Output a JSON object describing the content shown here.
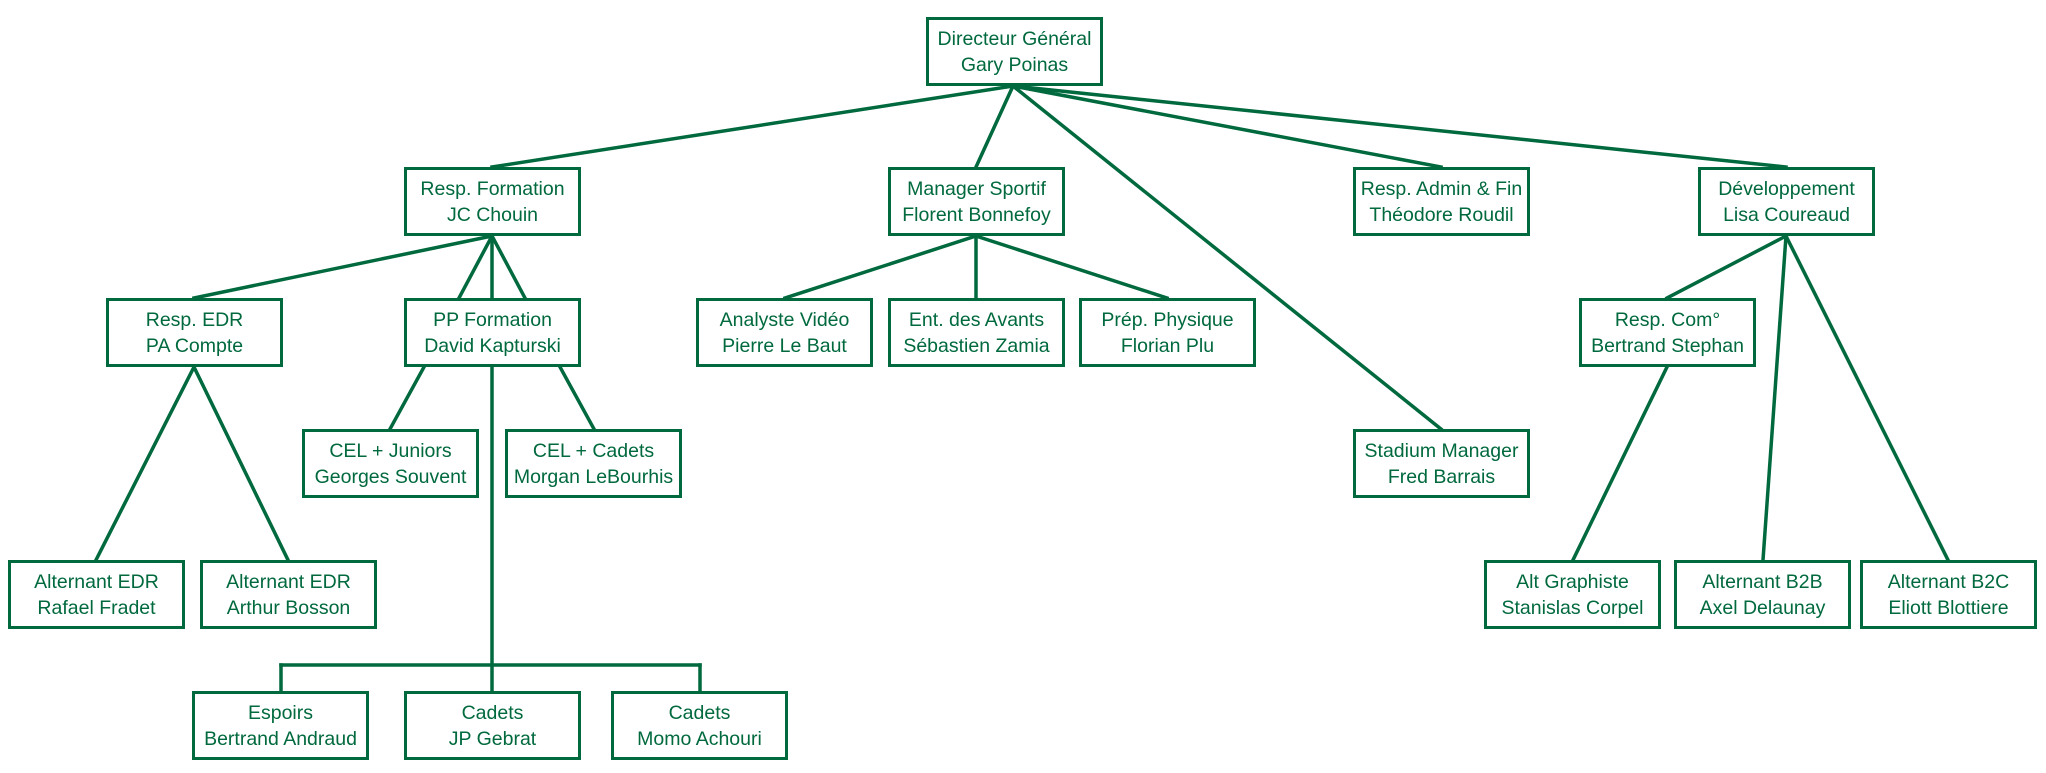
{
  "colors": {
    "accent": "#00693e",
    "background": "#ffffff"
  },
  "nodes": {
    "dg": {
      "title": "Directeur Général",
      "name": "Gary Poinas"
    },
    "formation": {
      "title": "Resp. Formation",
      "name": "JC Chouin"
    },
    "manager": {
      "title": "Manager Sportif",
      "name": "Florent Bonnefoy"
    },
    "admin": {
      "title": "Resp. Admin & Fin",
      "name": "Théodore Roudil"
    },
    "dev": {
      "title": "Développement",
      "name": "Lisa Coureaud"
    },
    "edr": {
      "title": "Resp. EDR",
      "name": "PA Compte"
    },
    "pp": {
      "title": "PP Formation",
      "name": "David Kapturski"
    },
    "video": {
      "title": "Analyste Vidéo",
      "name": "Pierre Le Baut"
    },
    "avants": {
      "title": "Ent. des Avants",
      "name": "Sébastien Zamia"
    },
    "physique": {
      "title": "Prép. Physique",
      "name": "Florian Plu"
    },
    "com": {
      "title": "Resp. Com°",
      "name": "Bertrand Stephan"
    },
    "juniors": {
      "title": "CEL + Juniors",
      "name": "Georges Souvent"
    },
    "celcadets": {
      "title": "CEL + Cadets",
      "name": "Morgan LeBourhis"
    },
    "stadium": {
      "title": "Stadium Manager",
      "name": "Fred Barrais"
    },
    "altedr1": {
      "title": "Alternant EDR",
      "name": "Rafael Fradet"
    },
    "altedr2": {
      "title": "Alternant EDR",
      "name": "Arthur Bosson"
    },
    "graphiste": {
      "title": "Alt Graphiste",
      "name": "Stanislas Corpel"
    },
    "b2b": {
      "title": "Alternant B2B",
      "name": "Axel Delaunay"
    },
    "b2c": {
      "title": "Alternant B2C",
      "name": "Eliott Blottiere"
    },
    "espoirs": {
      "title": "Espoirs",
      "name": "Bertrand Andraud"
    },
    "cadets1": {
      "title": "Cadets",
      "name": "JP Gebrat"
    },
    "cadets2": {
      "title": "Cadets",
      "name": "Momo Achouri"
    }
  }
}
